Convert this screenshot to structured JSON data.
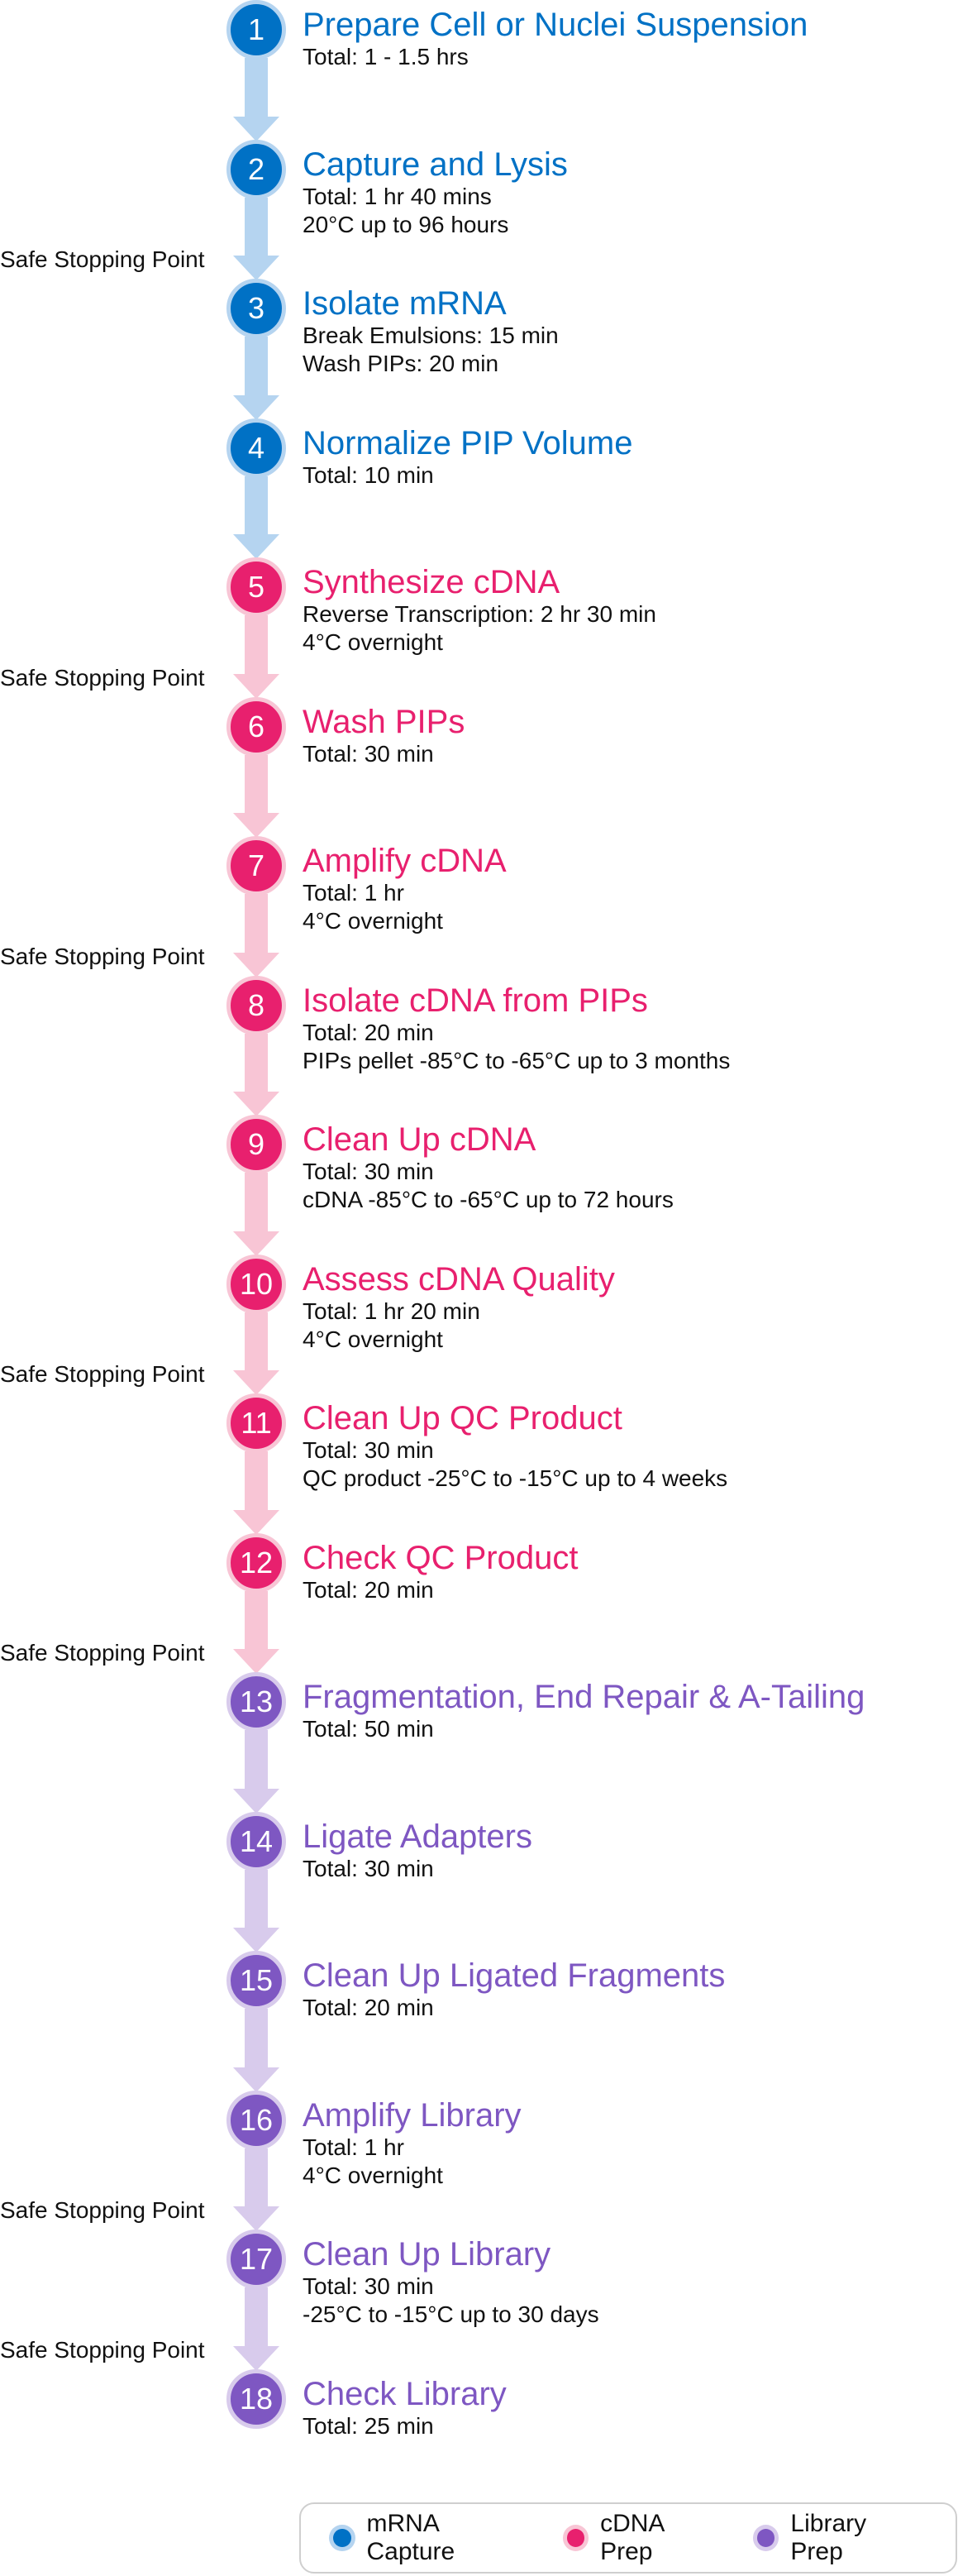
{
  "colors": {
    "mrna": {
      "fill": "#0071C5",
      "ring": "#B5D4F0"
    },
    "cdna": {
      "fill": "#E8206E",
      "ring": "#F8C5D5"
    },
    "library": {
      "fill": "#7E57C2",
      "ring": "#D8CBEC"
    }
  },
  "safe_stop_label": "Safe Stopping Point",
  "steps": [
    {
      "num": "1",
      "group": "mrna",
      "title": "Prepare Cell or Nuclei Suspension",
      "details": [
        "Total: 1 - 1.5 hrs"
      ],
      "safe_stop_after": false
    },
    {
      "num": "2",
      "group": "mrna",
      "title": "Capture and Lysis",
      "details": [
        "Total: 1 hr 40 mins",
        "20°C up to 96 hours"
      ],
      "safe_stop_after": true
    },
    {
      "num": "3",
      "group": "mrna",
      "title": "Isolate mRNA",
      "details": [
        "Break Emulsions: 15 min",
        "Wash PIPs: 20 min"
      ],
      "safe_stop_after": false
    },
    {
      "num": "4",
      "group": "mrna",
      "title": "Normalize PIP Volume",
      "details": [
        "Total: 10 min"
      ],
      "safe_stop_after": false
    },
    {
      "num": "5",
      "group": "cdna",
      "title": "Synthesize cDNA",
      "details": [
        "Reverse Transcription: 2 hr 30 min",
        "4°C overnight"
      ],
      "safe_stop_after": true
    },
    {
      "num": "6",
      "group": "cdna",
      "title": "Wash PIPs",
      "details": [
        "Total: 30 min"
      ],
      "safe_stop_after": false
    },
    {
      "num": "7",
      "group": "cdna",
      "title": "Amplify cDNA",
      "details": [
        "Total: 1 hr",
        "4°C overnight"
      ],
      "safe_stop_after": true
    },
    {
      "num": "8",
      "group": "cdna",
      "title": "Isolate cDNA from PIPs",
      "details": [
        "Total: 20 min",
        "PIPs pellet -85°C to -65°C up to 3 months"
      ],
      "safe_stop_after": false
    },
    {
      "num": "9",
      "group": "cdna",
      "title": "Clean Up cDNA",
      "details": [
        "Total: 30 min",
        "cDNA -85°C to -65°C up to 72 hours"
      ],
      "safe_stop_after": false
    },
    {
      "num": "10",
      "group": "cdna",
      "title": "Assess cDNA Quality",
      "details": [
        "Total: 1 hr 20 min",
        "4°C overnight"
      ],
      "safe_stop_after": true
    },
    {
      "num": "11",
      "group": "cdna",
      "title": "Clean Up QC Product",
      "details": [
        "Total: 30 min",
        "QC product -25°C to -15°C up to 4 weeks"
      ],
      "safe_stop_after": false
    },
    {
      "num": "12",
      "group": "cdna",
      "title": "Check QC Product",
      "details": [
        "Total: 20 min"
      ],
      "safe_stop_after": true
    },
    {
      "num": "13",
      "group": "library",
      "title": "Fragmentation, End Repair & A-Tailing",
      "details": [
        "Total: 50 min"
      ],
      "safe_stop_after": false
    },
    {
      "num": "14",
      "group": "library",
      "title": "Ligate Adapters",
      "details": [
        "Total: 30 min"
      ],
      "safe_stop_after": false
    },
    {
      "num": "15",
      "group": "library",
      "title": "Clean Up Ligated Fragments",
      "details": [
        "Total: 20 min"
      ],
      "safe_stop_after": false
    },
    {
      "num": "16",
      "group": "library",
      "title": "Amplify Library",
      "details": [
        "Total: 1 hr",
        "4°C overnight"
      ],
      "safe_stop_after": true
    },
    {
      "num": "17",
      "group": "library",
      "title": "Clean Up Library",
      "details": [
        "Total: 30 min",
        "-25°C to -15°C up to 30 days"
      ],
      "safe_stop_after": true
    },
    {
      "num": "18",
      "group": "library",
      "title": "Check Library",
      "details": [
        "Total: 25 min"
      ],
      "safe_stop_after": false
    }
  ],
  "legend": [
    {
      "group": "mrna",
      "label": "mRNA Capture"
    },
    {
      "group": "cdna",
      "label": "cDNA Prep"
    },
    {
      "group": "library",
      "label": "Library Prep"
    }
  ]
}
